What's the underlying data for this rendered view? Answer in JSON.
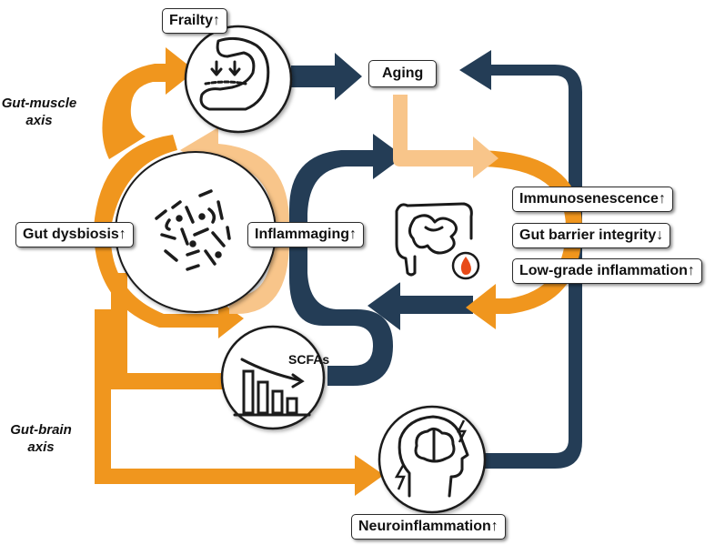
{
  "labels": {
    "frailty": "Frailty↑",
    "aging": "Aging",
    "gut_dysbiosis": "Gut dysbiosis↑",
    "inflammaging": "Inflammaging↑",
    "immunosenescence": "Immunosenescence↑",
    "gut_barrier": "Gut barrier integrity↓",
    "low_grade": "Low-grade inflammation↑",
    "neuroinflammation": "Neuroinflammation↑",
    "scfas": "SCFAs"
  },
  "axes": {
    "gut_muscle_line1": "Gut-muscle",
    "gut_muscle_line2": "axis",
    "gut_brain_line1": "Gut-brain",
    "gut_brain_line2": "axis"
  },
  "icons": [
    "muscle-icon",
    "microbe-icon",
    "intestine-icon",
    "fire-icon",
    "scfa-chart-icon",
    "brain-head-icon"
  ],
  "colors": {
    "orange": "#f0961e",
    "light_orange": "#f8c58a",
    "navy": "#243d56",
    "outline": "#1a1a1a"
  }
}
